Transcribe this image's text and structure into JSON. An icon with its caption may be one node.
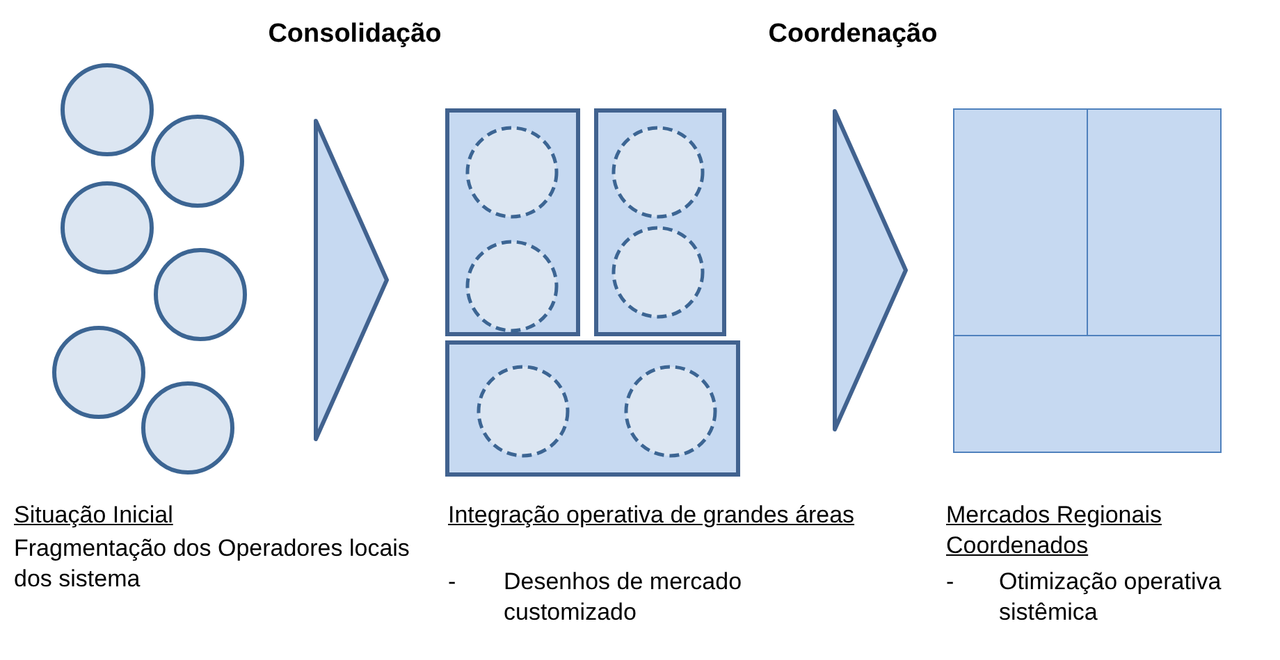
{
  "diagram": {
    "nodes": [
      {
        "text": [],
        "shape": "circle"
      },
      {
        "text": [],
        "shape": "circle"
      },
      {
        "text": [],
        "shape": "circle"
      },
      {
        "text": [],
        "shape": "circle"
      },
      {
        "text": [],
        "shape": "circle"
      },
      {
        "text": [],
        "shape": "circle"
      },
      {
        "text": [
          "Consolidação"
        ]
      },
      {
        "text": [],
        "shape": "box"
      },
      {
        "text": [],
        "shape": "circle",
        "in": 7
      },
      {
        "text": [],
        "shape": "circle",
        "in": 7
      },
      {
        "text": [],
        "shape": "box"
      },
      {
        "text": [],
        "shape": "circle",
        "in": 10
      },
      {
        "text": [],
        "shape": "circle",
        "in": 10
      },
      {
        "text": [],
        "shape": "box"
      },
      {
        "text": [],
        "shape": "circle",
        "in": 13
      },
      {
        "text": [],
        "shape": "circle",
        "in": 13
      },
      {
        "text": [
          "Coordenação"
        ]
      },
      {
        "text": [],
        "shape": "box"
      },
      {
        "text": [],
        "shape": "box"
      },
      {
        "text": [],
        "shape": "box"
      }
    ],
    "labels": [
      "Situação Inicial",
      "Fragmentação dos Operadores locais dos sistema",
      "Integração operativa de grandes áreas",
      "-",
      "Desenhos de mercado customizado",
      "Mercados Regionais Coordenados",
      "-",
      "Otimização operativa sistêmica"
    ]
  }
}
